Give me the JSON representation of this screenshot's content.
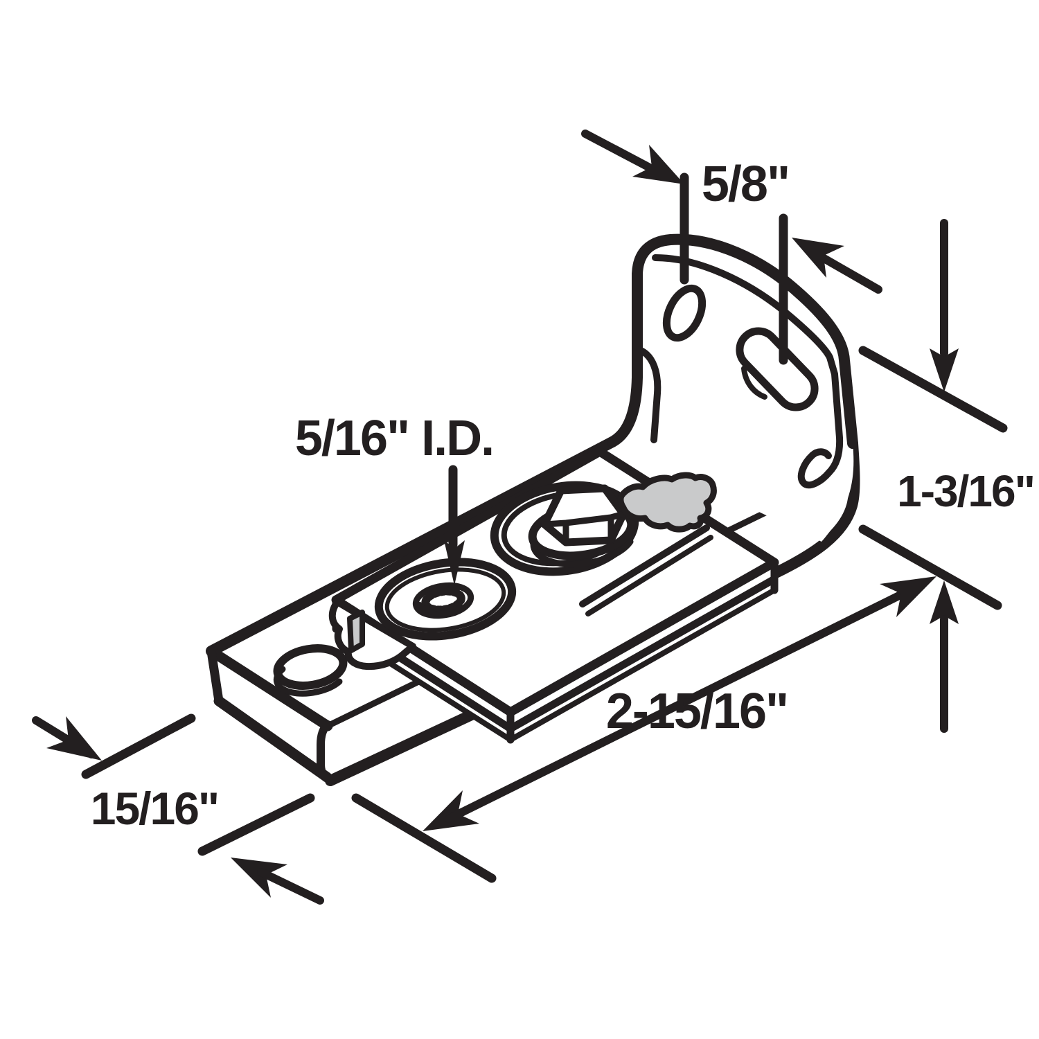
{
  "palette": {
    "ink": "#231f20",
    "paper": "#ffffff",
    "metal": "#c9cacb"
  },
  "labels": {
    "top_width": "5/8\"",
    "pivot_inner_diameter": "5/16\" I.D.",
    "flange_height": "1-3/16\"",
    "base_length": "2-15/16\"",
    "base_width": "15/16\""
  },
  "parts": {
    "base": "bracket-base",
    "flange": "bracket-flange",
    "plate": "adjustable-pivot-plate",
    "pivot_socket": "serrated-pivot-socket",
    "bolt": "hex-bolt",
    "mounting_holes": [
      "base-screw-hole",
      "flange-oval-hole",
      "flange-slot-hole"
    ]
  }
}
